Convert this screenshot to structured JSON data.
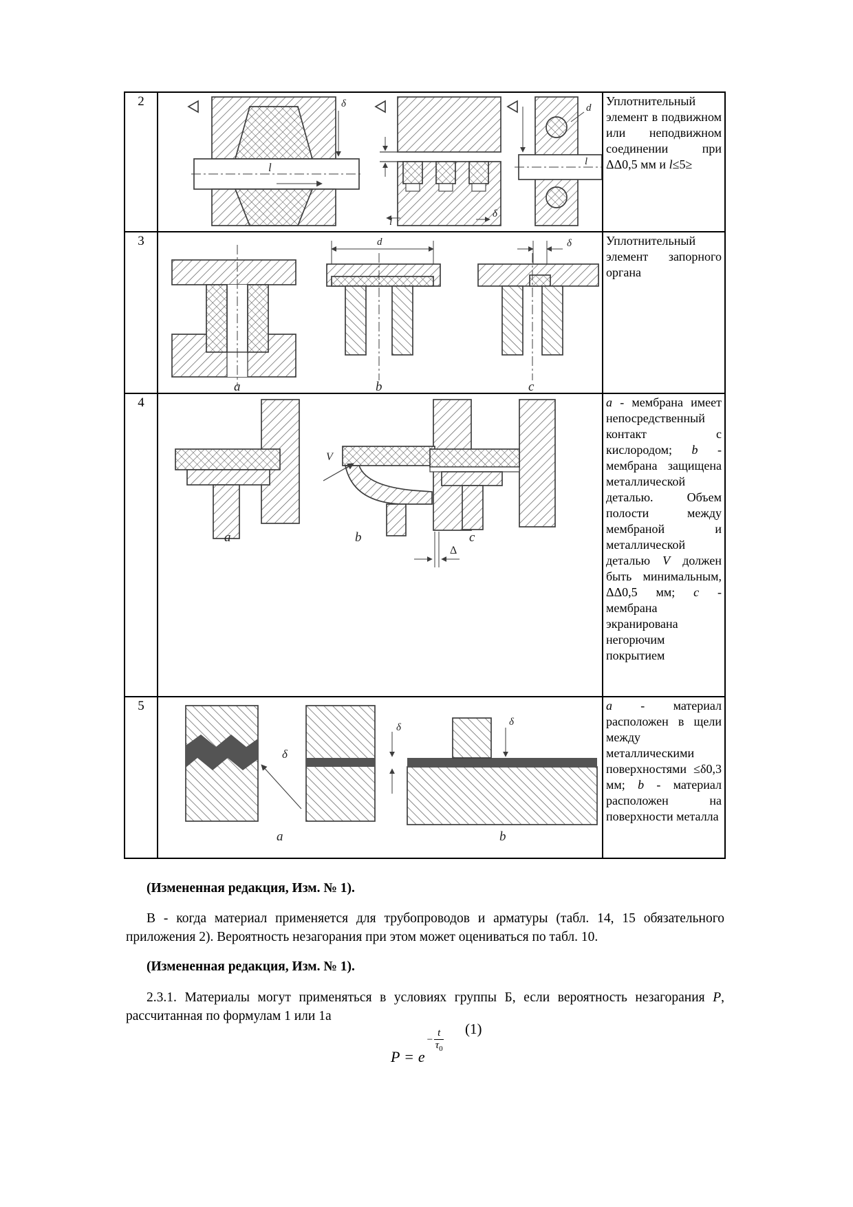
{
  "table": {
    "rows": [
      {
        "num": "2",
        "desc": [
          {
            "t": "Уплотнительный элемент в подвижном или неподвижном соединении при ΔΔ0,5 мм и "
          },
          {
            "t": "l",
            "em": true
          },
          {
            "t": "≤5≥"
          }
        ]
      },
      {
        "num": "3",
        "desc": [
          {
            "t": "Уплотнительный элемент запорного органа"
          }
        ]
      },
      {
        "num": "4",
        "desc": [
          {
            "t": "a",
            "em": true
          },
          {
            "t": " - мембрана имеет непосредственный контакт с кислородом; "
          },
          {
            "t": "b",
            "em": true
          },
          {
            "t": " - мембрана защищена металлической деталью. Объем полости между мембраной и металлической деталью "
          },
          {
            "t": "V",
            "em": true
          },
          {
            "t": " должен быть минимальным, ΔΔ0,5 мм; "
          },
          {
            "t": "c",
            "em": true
          },
          {
            "t": " - мембрана экранирована негорючим покрытием"
          }
        ]
      },
      {
        "num": "5",
        "desc": [
          {
            "t": "a",
            "em": true
          },
          {
            "t": " - материал расположен в щели между металлическими поверхностями ≤δ0,3 мм; "
          },
          {
            "t": "b",
            "em": true
          },
          {
            "t": " - материал расположен на поверхности металла"
          }
        ]
      }
    ]
  },
  "figures": {
    "row2": {
      "delta": "δ",
      "l": "l",
      "d": "d"
    },
    "row3": {
      "d": "d",
      "delta": "δ",
      "a": "a",
      "b": "b",
      "c": "c"
    },
    "row4": {
      "v": "V",
      "delta": "Δ",
      "a": "a",
      "b": "b",
      "c": "c"
    },
    "row5": {
      "delta": "δ",
      "delta2": "δ",
      "a": "a",
      "b": "b"
    }
  },
  "body": {
    "amended_note": "(Измененная редакция, Изм. № 1).",
    "para_b": "В - когда материал применяется для трубопроводов и арматуры (табл. 14, 15 обязательного приложения 2). Вероятность незагорания при этом может оцениваться по табл. 10.",
    "para_231": [
      {
        "t": "2.3.1. Материалы могут применяться в условиях группы Б, если вероятность незагорания "
      },
      {
        "t": "P",
        "em": true
      },
      {
        "t": ", рассчитанная по формулам 1 или 1а"
      }
    ],
    "eq_number": "(1)",
    "formula": {
      "lhs": "P",
      "eq": "=",
      "base": "e",
      "minus": "−",
      "num": "t",
      "tau": "τ",
      "tau_sub": "0"
    }
  }
}
